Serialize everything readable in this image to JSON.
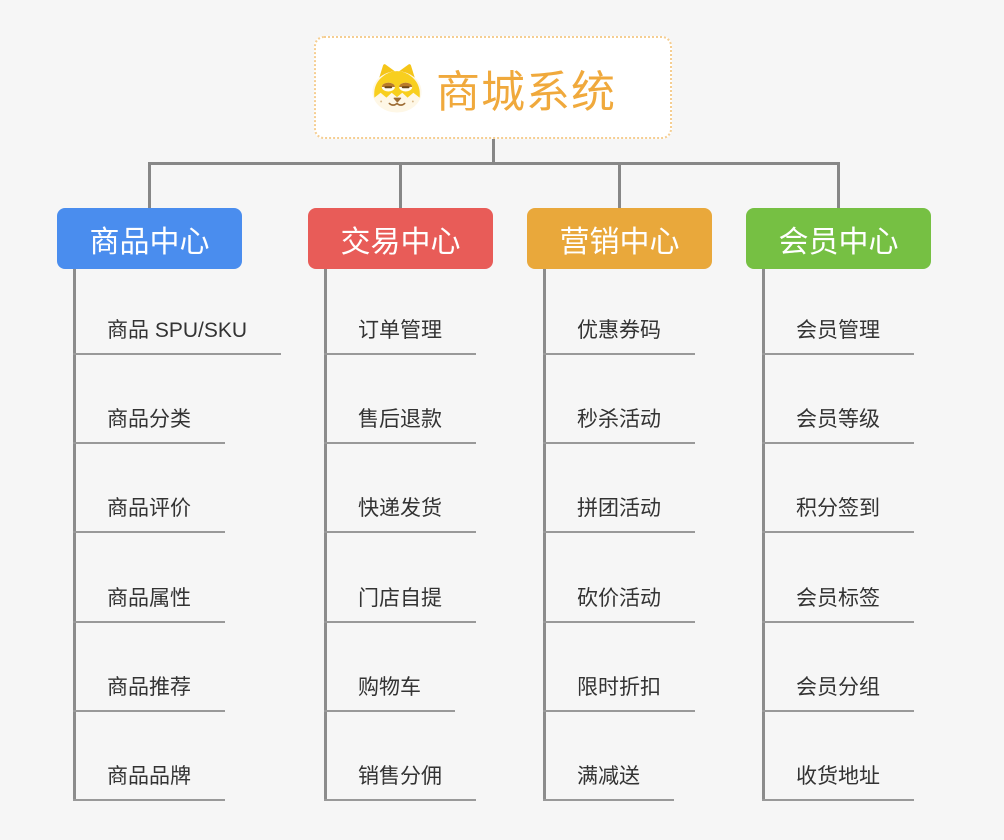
{
  "background": "#F6F6F6",
  "connector_color": "#878787",
  "root": {
    "title": "商城系统",
    "icon": "dog-face-icon",
    "text_color": "#F0A93C",
    "border_color": "#F5CE92",
    "fill": "#FFFFFF"
  },
  "branches": [
    {
      "label": "商品中心",
      "color": "#4A8DEE",
      "children": [
        "商品 SPU/SKU",
        "商品分类",
        "商品评价",
        "商品属性",
        "商品推荐",
        "商品品牌"
      ]
    },
    {
      "label": "交易中心",
      "color": "#E85C58",
      "children": [
        "订单管理",
        "售后退款",
        "快递发货",
        "门店自提",
        "购物车",
        "销售分佣"
      ]
    },
    {
      "label": "营销中心",
      "color": "#E9A83B",
      "children": [
        "优惠券码",
        "秒杀活动",
        "拼团活动",
        "砍价活动",
        "限时折扣",
        "满减送"
      ]
    },
    {
      "label": "会员中心",
      "color": "#76C043",
      "children": [
        "会员管理",
        "会员等级",
        "积分签到",
        "会员标签",
        "会员分组",
        "收货地址"
      ]
    }
  ]
}
